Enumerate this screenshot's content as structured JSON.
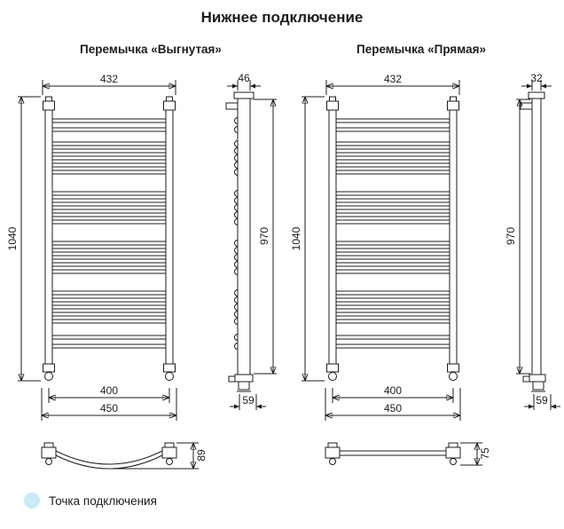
{
  "title": "Нижнее подключение",
  "colors": {
    "connection_highlight": "#c9eaf7",
    "line": "#1c1c1c"
  },
  "legend": {
    "label": "Точка подключения"
  },
  "left_variant": {
    "subtitle": "Перемычка «Выгнутая»",
    "front": {
      "width": "432",
      "height": "1040",
      "connection_spacing": "400",
      "overall_bottom_width": "450"
    },
    "side": {
      "depth": "46",
      "height": "970",
      "bottom_offset": "59"
    },
    "crossbar": {
      "height": "89"
    }
  },
  "right_variant": {
    "subtitle": "Перемычка «Прямая»",
    "front": {
      "width": "432",
      "height": "1040",
      "connection_spacing": "400",
      "overall_bottom_width": "450"
    },
    "side": {
      "depth": "32",
      "height": "970",
      "bottom_offset": "59"
    },
    "crossbar": {
      "height": "75"
    }
  }
}
